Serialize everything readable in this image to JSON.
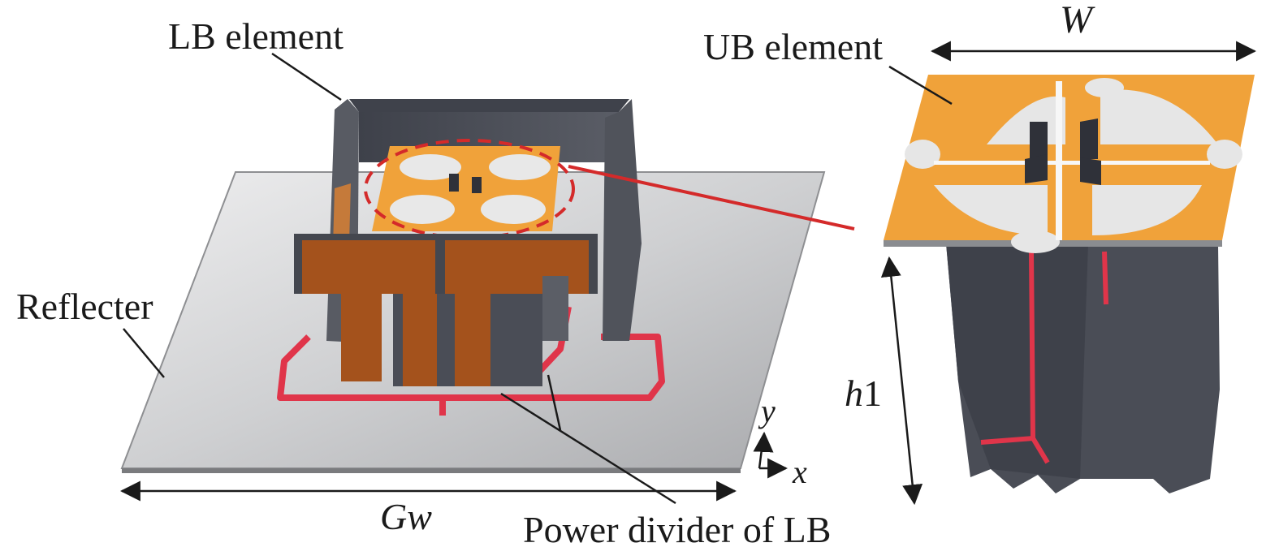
{
  "labels": {
    "lb_element": "LB element",
    "ub_element": "UB element",
    "reflecter": "Reflecter",
    "power_divider": "Power divider of LB",
    "w": "W",
    "gw": "Gw",
    "h1_var": "h",
    "h1_sub": "1",
    "axis_y": "y",
    "axis_x": "x"
  },
  "colors": {
    "reflector": "#c9cacb",
    "dark_wall": "#4a4d56",
    "copper": "#a4521c",
    "patch": "#f0a23a",
    "patch_cutout": "#e4e4e4",
    "feed_line": "#e0354a",
    "highlight": "#d42a2a",
    "arrow": "#1a1a1a"
  }
}
